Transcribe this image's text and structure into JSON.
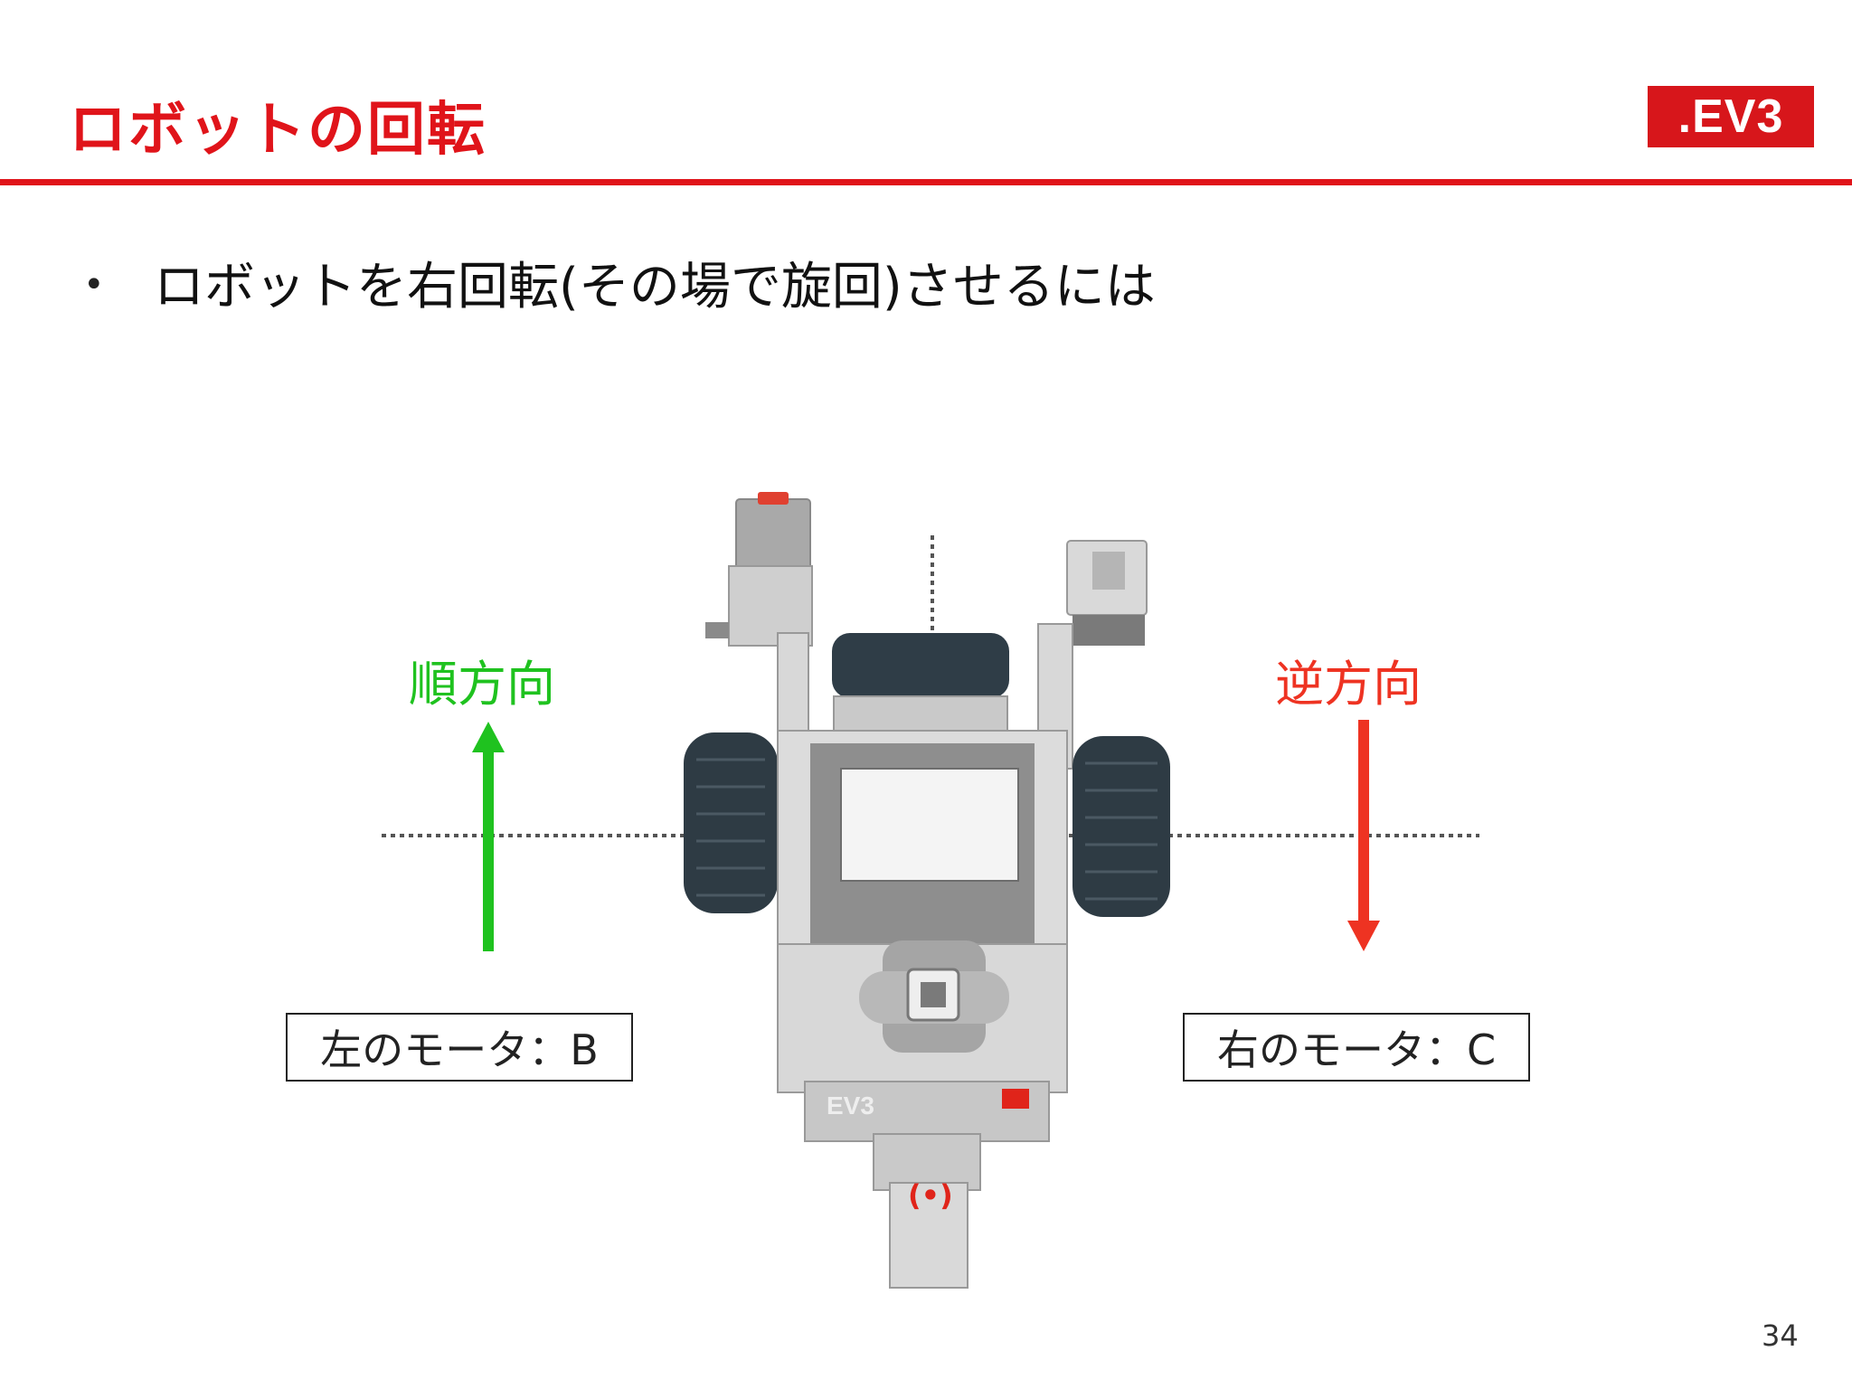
{
  "slide": {
    "title": "ロボットの回転",
    "logo_text": ".EV3",
    "bullet": "ロボットを右回転(その場で旋回)させるには",
    "page_number": "34"
  },
  "diagram": {
    "left_direction": "順方向",
    "right_direction": "逆方向",
    "left_motor": "左のモータ：B",
    "right_motor": "右のモータ：C",
    "robot_label": "EV3",
    "sensor_label": "(•)"
  },
  "colors": {
    "accent": "#e0141a",
    "forward": "#1fc21f",
    "reverse": "#ee3322"
  }
}
